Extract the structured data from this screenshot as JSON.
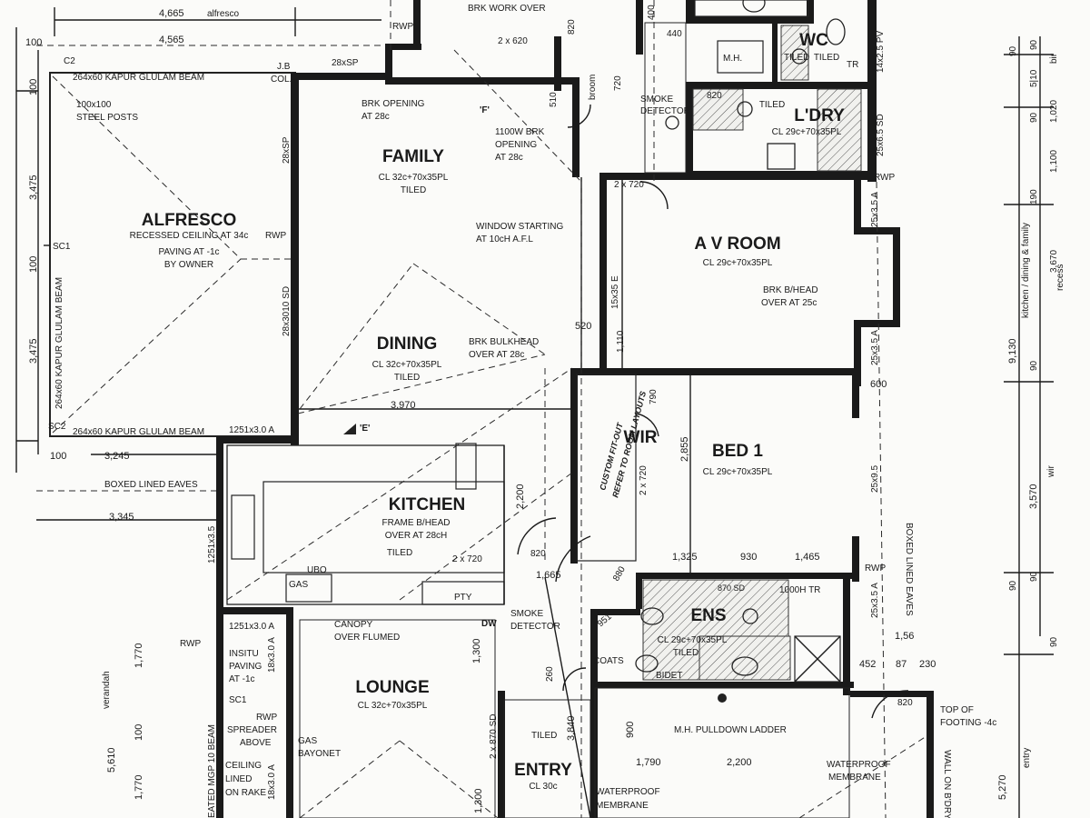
{
  "rooms": {
    "alfresco": {
      "name": "ALFRESCO",
      "l1": "RECESSED CEILING AT 34c",
      "l2": "PAVING AT -1c",
      "l3": "BY OWNER"
    },
    "family": {
      "name": "FAMILY",
      "l1": "CL 32c+70x35PL",
      "l2": "TILED"
    },
    "dining": {
      "name": "DINING",
      "l1": "CL 32c+70x35PL",
      "l2": "TILED"
    },
    "av_room": {
      "name": "A V ROOM",
      "l1": "CL 29c+70x35PL"
    },
    "kitchen": {
      "name": "KITCHEN",
      "l1": "FRAME B/HEAD",
      "l2": "OVER AT 28cH",
      "l3": "TILED"
    },
    "bed1": {
      "name": "BED 1",
      "l1": "CL 29c+70x35PL"
    },
    "wir": {
      "name": "WIR"
    },
    "ens": {
      "name": "ENS",
      "l1": "CL 29c+70x35PL",
      "l2": "TILED"
    },
    "lounge": {
      "name": "LOUNGE",
      "l1": "CL 32c+70x35PL"
    },
    "entry": {
      "name": "ENTRY",
      "l1": "CL 30c"
    },
    "ldry": {
      "name": "L'DRY",
      "l1": "CL 29c+70x35PL",
      "l2": "TILED"
    },
    "wc": {
      "name": "WC",
      "l1": "TILED"
    }
  },
  "notes": {
    "brk_work_over": "BRK WORK OVER",
    "rwp": "RWP",
    "glulam_top": "264x60 KAPUR GLULAM BEAM",
    "glulam_bottom": "264x60 KAPUR GLULAM BEAM",
    "glulam_side": "264x60 KAPUR GLULAM BEAM",
    "steel_posts_1": "100x100",
    "steel_posts_2": "STEEL POSTS",
    "c2": "C2",
    "jb": "J.B",
    "col": "COL.",
    "sp28": "28xSP",
    "brk_opening_1": "BRK OPENING",
    "brk_opening_2": "AT 28c",
    "f_marker": "'F'",
    "opening_1100_1": "1100W BRK",
    "opening_1100_2": "OPENING",
    "opening_1100_3": "AT 28c",
    "smoke_detector_1": "SMOKE",
    "smoke_detector_2": "DETECTOR",
    "broom": "broom",
    "mh": "M.H.",
    "window_1": "WINDOW STARTING",
    "window_2": "AT 10cH A.F.L",
    "brk_bhead_1": "BRK B/HEAD",
    "brk_bhead_2": "OVER AT 25c",
    "brk_bulkhead_1": "BRK BULKHEAD",
    "brk_bulkhead_2": "OVER AT 28c",
    "e_marker": "'E'",
    "sc1": "SC1",
    "sc2": "SC2",
    "sd_2810": "28x3010 SD",
    "boxed_eaves_left": "BOXED LINED EAVES",
    "boxed_eaves_right": "BOXED LINED EAVES",
    "custom_fit_1": "CUSTOM FIT-OUT",
    "custom_fit_2": "REFER TO ROOM LAYOUTS",
    "pty": "PTY",
    "gas": "GAS",
    "ubo": "UBO",
    "dw": "DW",
    "canopy_1": "CANOPY",
    "canopy_2": "OVER FLUMED",
    "smoke2_1": "SMOKE",
    "smoke2_2": "DETECTOR",
    "coats": "COATS",
    "bidet": "BIDET",
    "tr_1000h": "1000H TR",
    "insitu_1": "INSITU",
    "insitu_2": "PAVING",
    "insitu_3": "AT -1c",
    "spreader_1": "RWP",
    "spreader_2": "SPREADER",
    "spreader_3": "ABOVE",
    "ceiling_1": "CEILING",
    "ceiling_2": "LINED",
    "ceiling_3": "ON RAKE",
    "gas_bayonet_1": "GAS",
    "gas_bayonet_2": "BAYONET",
    "pulldown": "M.H. PULLDOWN LADDER",
    "waterproof_1": "WATERPROOF",
    "waterproof_2": "MEMBRANE",
    "waterproof2_1": "WATERPROOF",
    "waterproof2_2": "MEMBRANE",
    "top_footing_1": "TOP OF",
    "top_footing_2": "FOOTING -4c",
    "wall_bdry": "WALL ON B'DRY",
    "verandah": "verandah",
    "mgp_beam": "EATED MGP 10 BEAM",
    "kitchen_recess": "kitchen / dining & family",
    "recess": "recess",
    "wir_side": "wir",
    "entry_side": "entry",
    "pv": "14x2.5 PV",
    "tiled_entry": "TILED",
    "tiled_wc": "TILED",
    "tr": "TR"
  },
  "dims": {
    "d4665": "4,665",
    "alfresco_tag": "alfresco",
    "d4565": "4,565",
    "d100a": "100",
    "d3475a": "3,475",
    "d3475b": "3,475",
    "d100b": "100",
    "d100c": "100",
    "d3970": "3,970",
    "d3245": "3,245",
    "d100d": "100",
    "d3345": "3,345",
    "d1251a": "1251x3.0 A",
    "d1251b": "1251x3.5",
    "d1251c": "1251x3.0 A",
    "d2x620": "2 x 620",
    "d820a": "820",
    "d820b": "820",
    "d820c": "820",
    "d820d": "820",
    "d720": "720",
    "d510": "510",
    "d400": "400",
    "d440": "440",
    "d2x720a": "2 x 720",
    "d2x720b": "2 x 720",
    "d2x720c": "2 x 720",
    "d15x35": "15x35 E",
    "d1110": "1,110",
    "d520": "520",
    "d790": "790",
    "d2855": "2,855",
    "d2200a": "2,200",
    "d1665": "1,665",
    "d1325": "1,325",
    "d930": "930",
    "d1465": "1,465",
    "d870": "870 SD",
    "d25x35a": "25x3.5 A",
    "d25x35b": "25x3.5 A",
    "d25x35c": "25x3.5 A",
    "d25x65": "25x6.5 SD",
    "d25x95": "25x9.5",
    "d600": "600",
    "d156": "1,56",
    "d452": "452",
    "d87": "87",
    "d230": "230",
    "d1300a": "1,300",
    "d260": "260",
    "d3840": "3,840",
    "d2x870": "2 x 870 SD",
    "d1300b": "1,300",
    "d1790": "1,790",
    "d2200b": "2,200",
    "d900": "900",
    "d951": "951",
    "d880": "880",
    "d1770a": "1,770",
    "d1770b": "1,770",
    "d5610": "5,610",
    "d100e": "100",
    "d18x30a": "18x3.0 A",
    "d18x30b": "18x3.0 A",
    "d5270": "5,270",
    "r90a": "90",
    "r510": "5|10",
    "r90b": "90",
    "rbir": "bir",
    "r1020": "1,020",
    "r90c": "90",
    "r1100": "1,100",
    "r190": "190",
    "r9130": "9,130",
    "r3670": "3,670",
    "r90d": "90",
    "r3570": "3,570",
    "r90e": "90",
    "r90f": "90",
    "r90g": "90"
  }
}
